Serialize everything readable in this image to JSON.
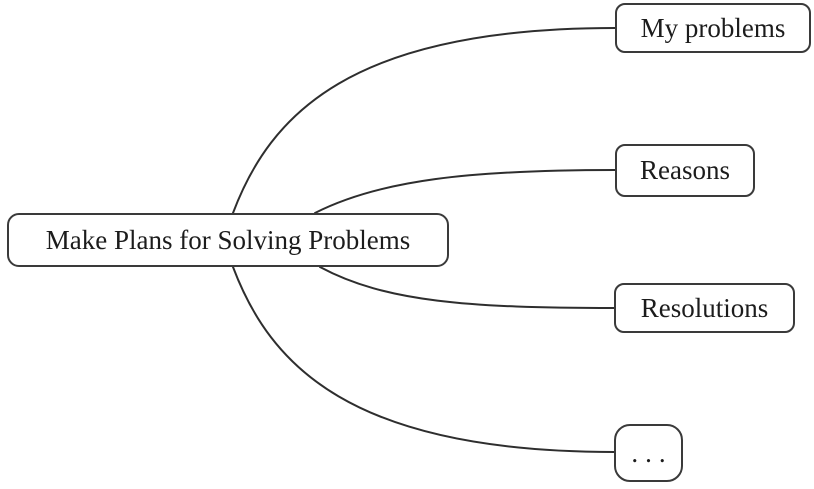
{
  "diagram": {
    "type": "mindmap",
    "colors": {
      "background": "#ffffff",
      "line": "#2e2e2e",
      "node_border": "#3a3a3a",
      "text": "#1c1c1c"
    },
    "root": {
      "label": "Make Plans for Solving Problems"
    },
    "branches": [
      {
        "label": "My problems"
      },
      {
        "label": "Reasons"
      },
      {
        "label": "Resolutions"
      },
      {
        "label": "..."
      }
    ]
  }
}
